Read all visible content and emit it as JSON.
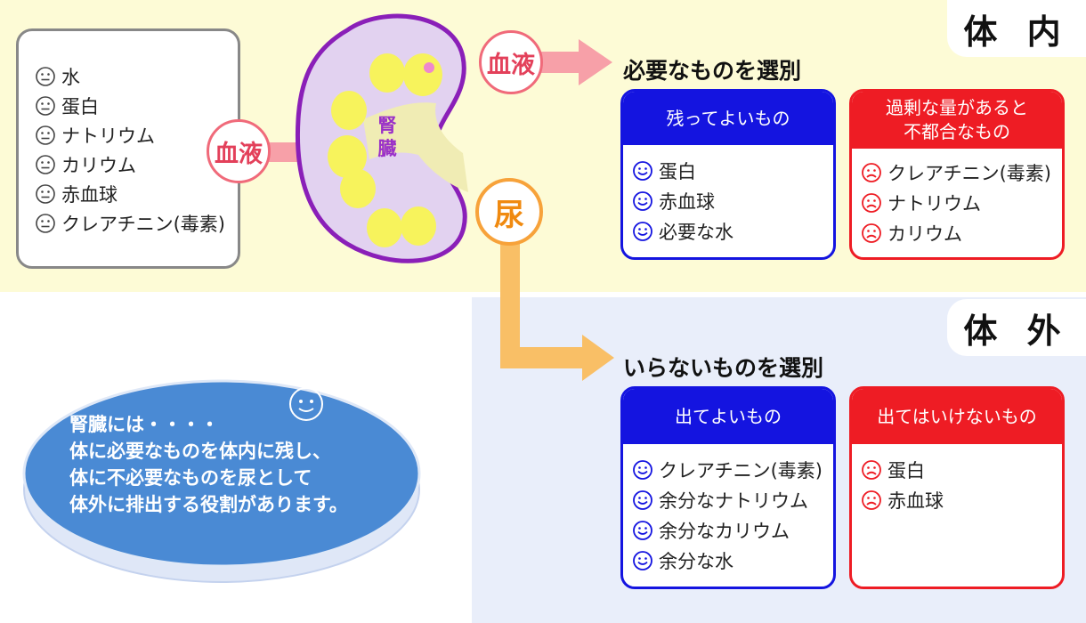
{
  "zones": {
    "inside": "体 内",
    "outside": "体 外"
  },
  "input": {
    "items": [
      "水",
      "蛋白",
      "ナトリウム",
      "カリウム",
      "赤血球",
      "クレアチニン(毒素)"
    ]
  },
  "flow": {
    "blood_label": "血液",
    "urine_label": "尿",
    "kidney_label": "腎臓"
  },
  "inside": {
    "heading": "必要なものを選別",
    "keep": {
      "title": "残ってよいもの",
      "items": [
        "蛋白",
        "赤血球",
        "必要な水"
      ]
    },
    "bad": {
      "title_line1": "過剰な量があると",
      "title_line2": "不都合なもの",
      "items": [
        "クレアチニン(毒素)",
        "ナトリウム",
        "カリウム"
      ]
    }
  },
  "outside": {
    "heading": "いらないものを選別",
    "ok": {
      "title": "出てよいもの",
      "items": [
        "クレアチニン(毒素)",
        "余分なナトリウム",
        "余分なカリウム",
        "余分な水"
      ]
    },
    "bad": {
      "title": "出てはいけないもの",
      "items": [
        "蛋白",
        "赤血球"
      ]
    }
  },
  "summary": {
    "lines": [
      "腎臓には・・・・",
      "体に必要なものを体内に残し、",
      "体に不必要なものを尿として",
      "体外に排出する役割があります。"
    ]
  },
  "colors": {
    "blue": "#1414e0",
    "red": "#ee1c24",
    "kidney_fill": "#e2d2f0",
    "kidney_outline": "#8a1fb8",
    "glomerulus": "#f7f35c",
    "ellipse": "#4a8ad4",
    "blood_arrow": "#f7a0a8",
    "urine_arrow": "#f9bf66"
  },
  "icons": {
    "neutral": "neutral-face-icon",
    "happy": "smile-face-icon",
    "sad": "frown-face-icon"
  }
}
